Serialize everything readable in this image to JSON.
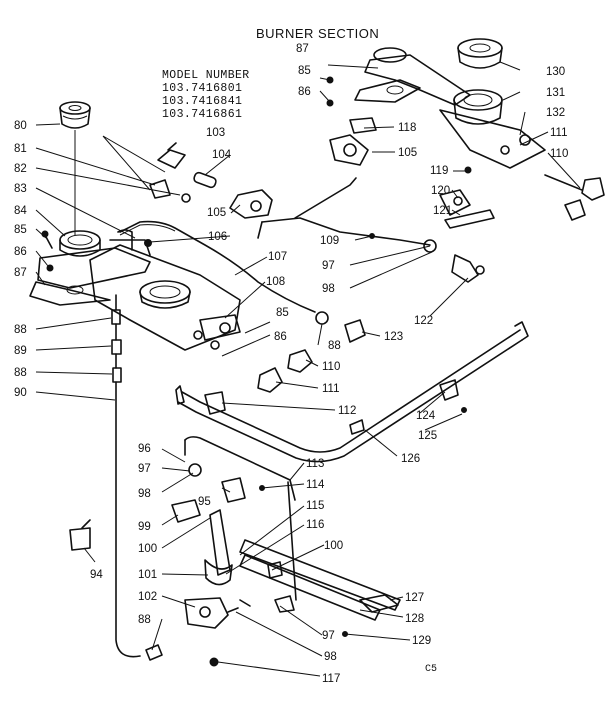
{
  "title": "BURNER SECTION",
  "model": {
    "heading": "MODEL NUMBER",
    "numbers": [
      "103.7416801",
      "103.7416841",
      "103.7416861"
    ]
  },
  "page_code": "C5",
  "part_labels": [
    "80",
    "81",
    "82",
    "83",
    "84",
    "85",
    "86",
    "87",
    "88",
    "89",
    "88",
    "90",
    "87",
    "85",
    "86",
    "103",
    "104",
    "105",
    "106",
    "107",
    "108",
    "85",
    "86",
    "88",
    "110",
    "111",
    "109",
    "97",
    "98",
    "122",
    "123",
    "118",
    "105",
    "119",
    "120",
    "121",
    "130",
    "131",
    "132",
    "111",
    "110",
    "112",
    "124",
    "125",
    "126",
    "96",
    "97",
    "98",
    "95",
    "113",
    "114",
    "115",
    "116",
    "99",
    "100",
    "100",
    "94",
    "101",
    "102",
    "88",
    "127",
    "128",
    "97",
    "98",
    "129",
    "117"
  ]
}
